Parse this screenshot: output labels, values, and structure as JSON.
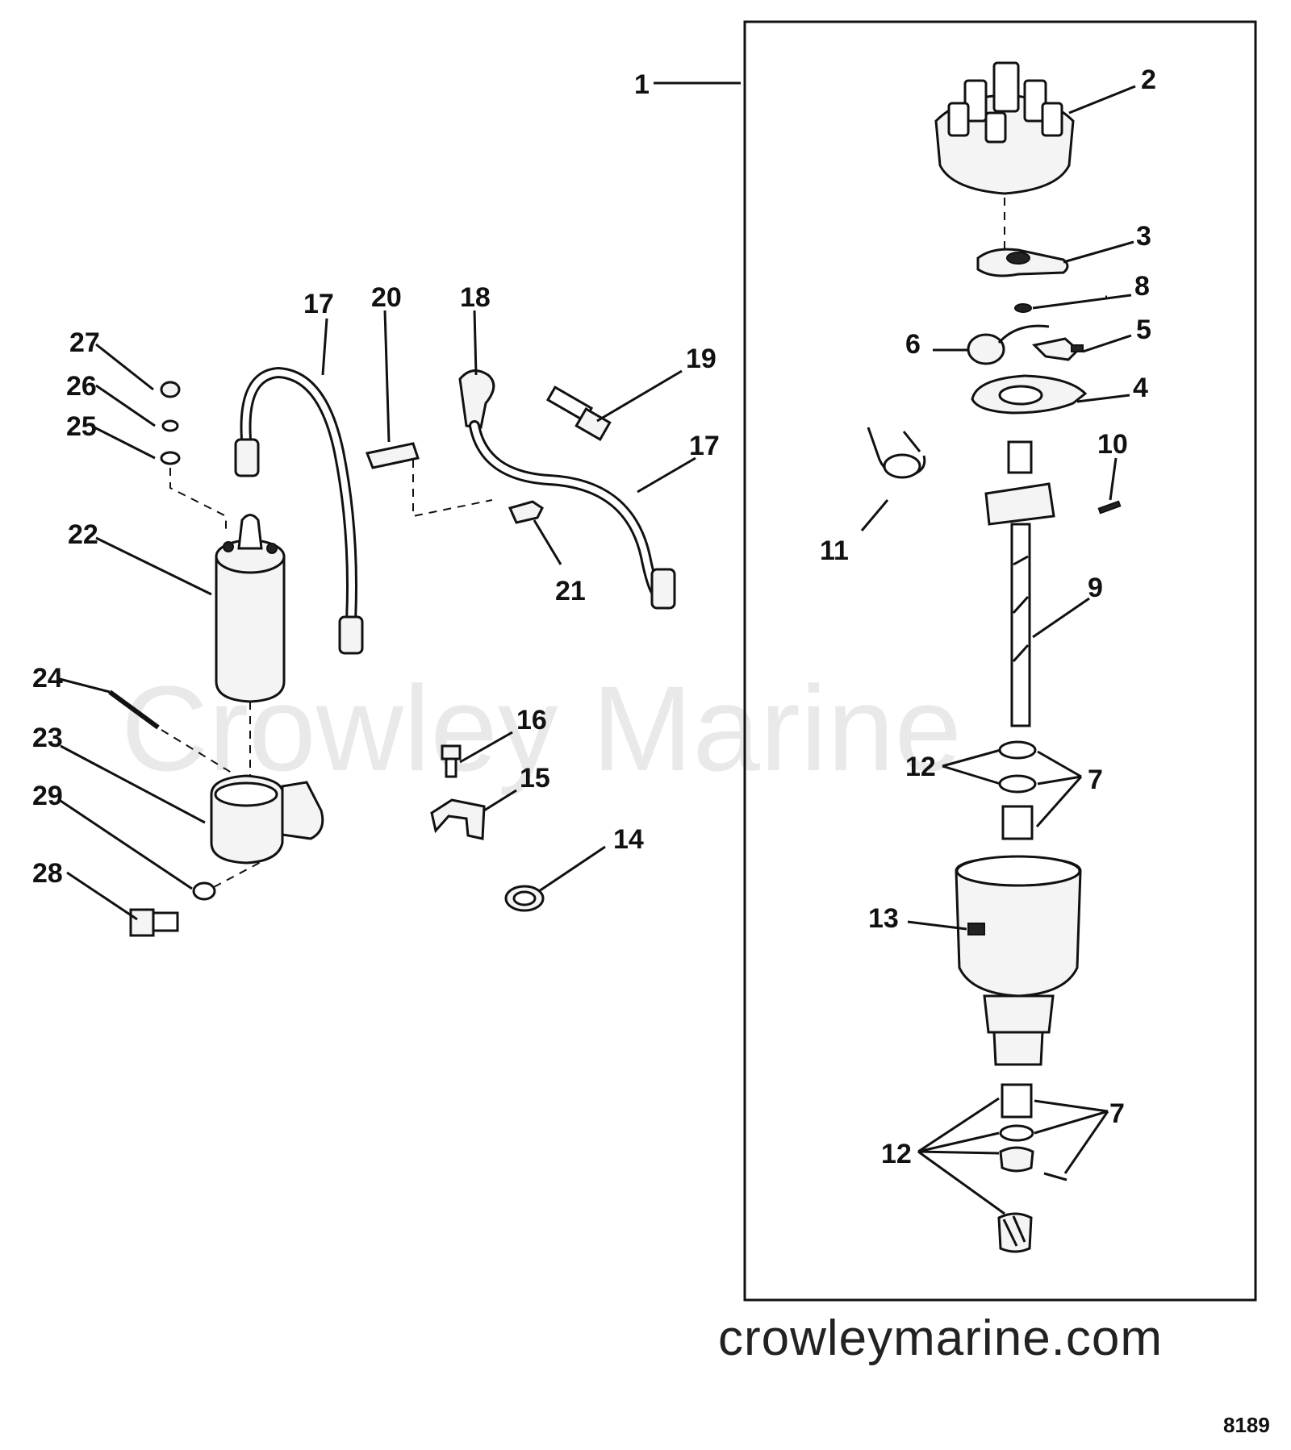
{
  "watermark": "Crowley Marine",
  "website": "crowleymarine.com",
  "figure_code": "8189",
  "callouts": {
    "c1": "1",
    "c2": "2",
    "c3": "3",
    "c4": "4",
    "c5": "5",
    "c6": "6",
    "c7a": "7",
    "c7b": "7",
    "c8": "8",
    "c9": "9",
    "c10": "10",
    "c11": "11",
    "c12a": "12",
    "c12b": "12",
    "c13": "13",
    "c14": "14",
    "c15": "15",
    "c16": "16",
    "c17a": "17",
    "c17b": "17",
    "c18": "18",
    "c19": "19",
    "c20": "20",
    "c21": "21",
    "c22": "22",
    "c23": "23",
    "c24": "24",
    "c25": "25",
    "c26": "26",
    "c27": "27",
    "c28": "28",
    "c29": "29"
  }
}
